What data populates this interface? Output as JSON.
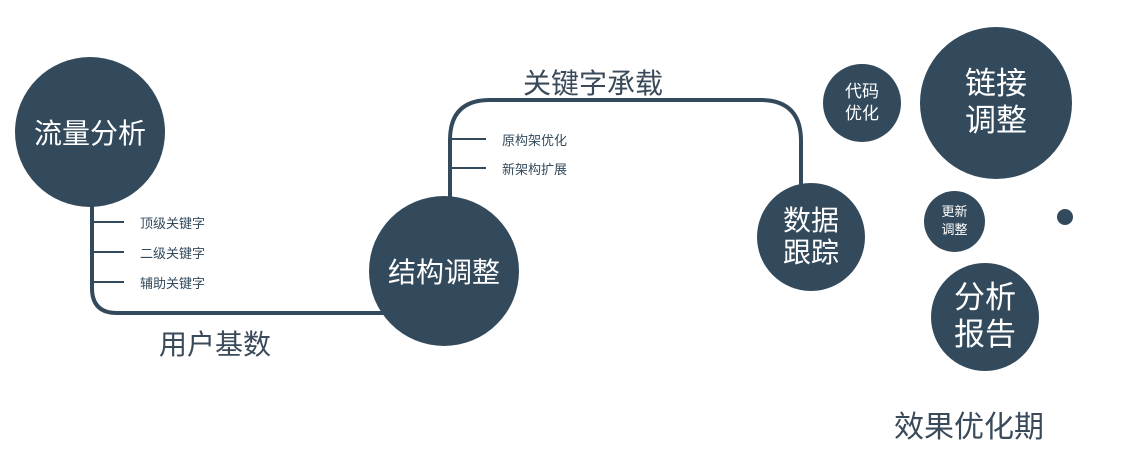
{
  "colors": {
    "node_fill": "#334a5c",
    "line": "#334a5c",
    "node_text": "#ffffff",
    "label_text": "#3a4a5a"
  },
  "nodes": {
    "traffic_analysis": "流量分析",
    "structure_adjust": "结构调整",
    "data_tracking": "数据\n跟踪",
    "code_optimize": "代码\n优化",
    "link_adjust": "链接\n调整",
    "update_adjust": "更新\n调整",
    "analysis_report": "分析\n报告"
  },
  "labels": {
    "user_base": "用户基数",
    "keyword_carrying": "关键字承载",
    "effect_optimization_period": "效果优化期"
  },
  "branches": {
    "traffic_analysis": [
      "顶级关键字",
      "二级关键字",
      "辅助关键字"
    ],
    "structure_adjust": [
      "原构架优化",
      "新架构扩展"
    ]
  }
}
